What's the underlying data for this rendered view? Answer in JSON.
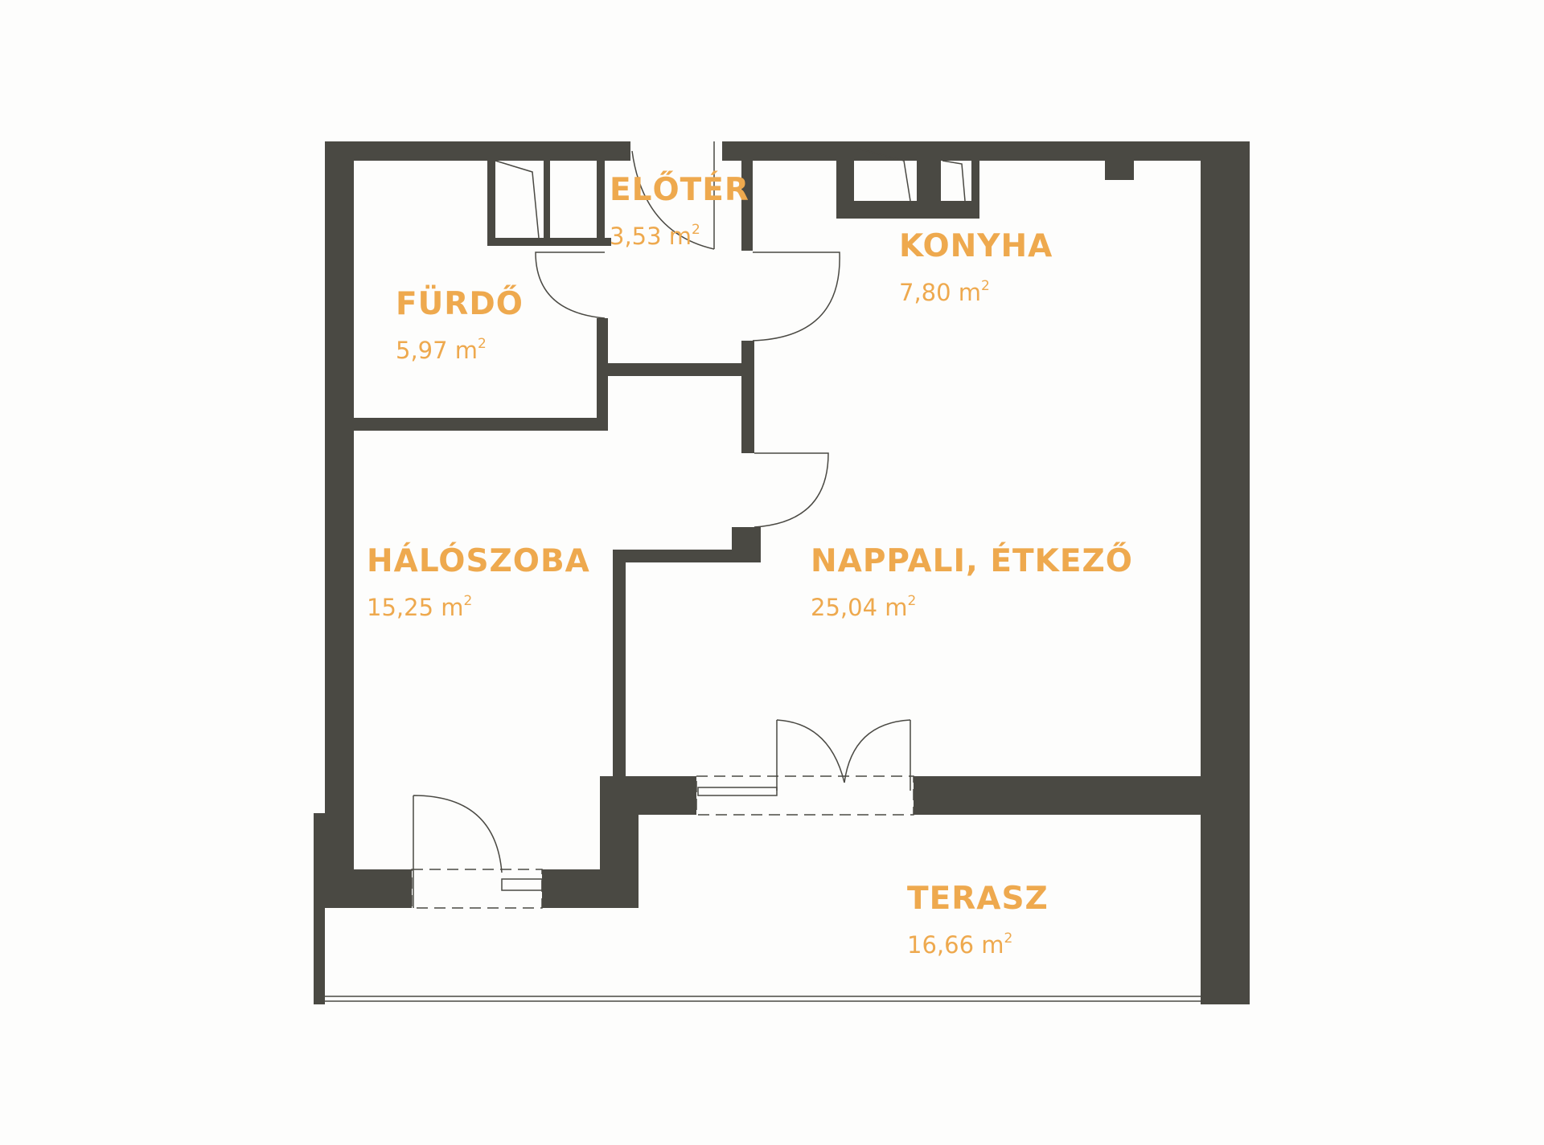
{
  "colors": {
    "wall": "#4a4943",
    "label": "#eea94e",
    "fixture_line": "#4a4943",
    "background": "#fdfdfc"
  },
  "rooms": [
    {
      "id": "eloter",
      "name": "ELŐTÉR",
      "area": "3,53",
      "unit": "m",
      "unit_sup": "2"
    },
    {
      "id": "konyha",
      "name": "KONYHA",
      "area": "7,80",
      "unit": "m",
      "unit_sup": "2"
    },
    {
      "id": "furdo",
      "name": "FÜRDŐ",
      "area": "5,97",
      "unit": "m",
      "unit_sup": "2"
    },
    {
      "id": "haloszoba",
      "name": "HÁLÓSZOBA",
      "area": "15,25",
      "unit": "m",
      "unit_sup": "2"
    },
    {
      "id": "nappali",
      "name": "NAPPALI, ÉTKEZŐ",
      "area": "25,04",
      "unit": "m",
      "unit_sup": "2"
    },
    {
      "id": "terasz",
      "name": "TERASZ",
      "area": "16,66",
      "unit": "m",
      "unit_sup": "2"
    }
  ]
}
